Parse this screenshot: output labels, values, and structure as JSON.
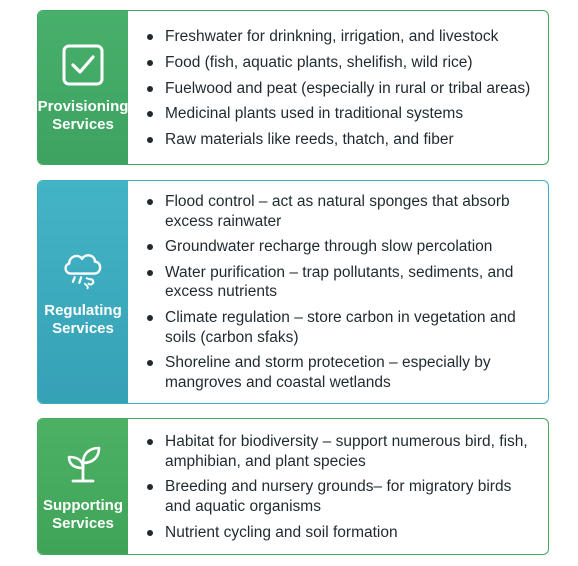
{
  "sections": [
    {
      "title_line1": "Provisioning",
      "title_line2": "Services",
      "icon": "checkbox-icon",
      "accent": "#41a864",
      "items": [
        "Freshwater for drinkning, irrigation, and livestock",
        "Food (fish, aquatic plants, shelifish, wild rice)",
        "Fuelwood and peat (especially in rural or tribal areas)",
        "Medicinal plants used in traditional systems",
        "Raw materials like reeds, thatch, and fiber"
      ]
    },
    {
      "title_line1": "Regulating",
      "title_line2": "Services",
      "icon": "cloud-rain-icon",
      "accent": "#3aaec0",
      "items": [
        "Flood control – act as natural sponges that absorb excess rainwater",
        "Groundwater recharge through slow percolation",
        "Water purification – trap pollutants, sediments, and excess nutrients",
        "Climate regulation – store carbon in vegetation and soils (carbon sfaks)",
        "Shoreline and storm protecetion – especially by mangroves and coastal wetlands"
      ]
    },
    {
      "title_line1": "Supporting",
      "title_line2": "Services",
      "icon": "sprout-icon",
      "accent": "#44ab5e",
      "items": [
        "Habitat for biodiversity – support numerous bird, fish, amphibian,  and plant species",
        "Breeding and nursery grounds– for migratory birds and aquatic organisms",
        "Nutrient cycling and soil formation"
      ]
    }
  ]
}
